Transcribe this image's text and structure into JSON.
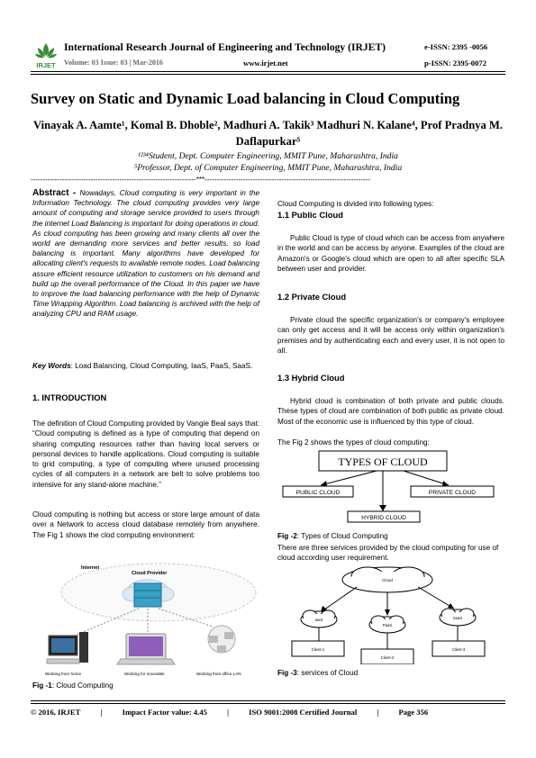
{
  "header": {
    "logo_text": "IRJET",
    "journal_name": "International Research Journal of Engineering and Technology (IRJET)",
    "eissn": "e-ISSN: 2395 -0056",
    "volume": "Volume: 03 Issue: 03 | Mar-2016",
    "website": "www.irjet.net",
    "pissn": "p-ISSN: 2395-0072"
  },
  "paper": {
    "title": "Survey on Static and Dynamic Load balancing in Cloud Computing",
    "authors_line1": "Vinayak A. Aamte¹, Komal B. Dhoble², Madhuri A. Takik³ Madhuri N. Kalane⁴, Prof Pradnya M.",
    "authors_line2": "Daflapurkar⁵",
    "affiliation1": "¹²³⁴Student, Dept. Computer Engineering, MMIT Pune, Maharashtra, India",
    "affiliation2": "⁵Professor, Dept. of Computer Engineering, MMIT Pune, Maharashtra, India",
    "separator": "---------------------------------------------------------------------***---------------------------------------------------------------------"
  },
  "abstract": {
    "label": "Abstract - ",
    "text": "Nowadays, Cloud computing is very important in the Information Technology. The cloud computing provides very large amount of computing and storage service provided to users through the internet Load Balancing is important for doing operations in cloud. As cloud computing has been growing and many clients all over the world are demanding more services and better results, so load balancing is important. Many algorithms have developed for allocating client's requests to available remote nodes. Load balancing assure efficient resource utilization to customers on his demand and build up the overall performance of the Cloud. In this paper we have to improve the load balancing performance with the help of Dynamic Time Wrapping Algorithm. Load balancing is archived with the help of analyzing CPU and RAM usage.",
    "keywords_label": "Key Words",
    "keywords_text": ": Load Balancing, Cloud Computing, IaaS, PaaS, SaaS."
  },
  "intro": {
    "heading": "1. INTRODUCTION",
    "para1": "The definition of Cloud Computing provided by Vangie Beal says that: “Cloud computing is defined as a type of computing that depend on sharing computing resources rather than having local servers or personal devices to handle applications. Cloud computing is suitable to grid computing, a type of computing where unused processing cycles of all computers in a network are belt to solve problems too intensive for any stand-alone machine.”",
    "para2": "Cloud computing is nothing but access or store large amount of data over a Network to access cloud database remotely from anywhere. The Fig 1 shows the clod computing environment:",
    "fig1_caption_label": "Fig -1",
    "fig1_caption_text": ": Cloud Computing",
    "fig1": {
      "internet": "Internet",
      "provider": "Cloud Provider",
      "home": "Working from home",
      "moveable": "Working for moveable",
      "office": "Working from office LAN"
    }
  },
  "right": {
    "intro_line": "Cloud Computing is divided into following types:",
    "s11_heading": "1.1 Public Cloud",
    "s11_text": "Public Cloud is type of cloud which can be access from anywhere in the world and can be access by anyone. Examples of the cloud are Amazon's or Google's cloud which are open to all after specific SLA between user and provider.",
    "s12_heading": "1.2 Private Cloud",
    "s12_text": "Private cloud the specific organization's or company's employee can only get access and it will be access only within organization's premises and by authenticating each and every user, it is not open to all.",
    "s13_heading": "1.3 Hybrid Cloud",
    "s13_text": "Hybrid cloud is combination of both private and public clouds. These types of cloud are combination of both public as private cloud. Most of the economic use is influenced by this type of cloud.",
    "fig2_intro": "The Fig 2 shows the types of cloud computing:",
    "fig2": {
      "title": "TYPES OF CLOUD",
      "public": "PUBLIC CLOUD",
      "private": "PRIVATE CLOUD",
      "hybrid": "HYBRID CLOUD"
    },
    "fig2_caption_label": "Fig -2",
    "fig2_caption_text": ": Types of Cloud Computing",
    "services_text": "There are three services provided by the cloud computing for use of cloud according user requirement.",
    "fig3": {
      "cloud": "Cloud",
      "iaas": "IaaS",
      "paas": "PaaS",
      "saas": "SaaS",
      "client1": "Client-1",
      "client2": "Client-2",
      "client3": "Client-3"
    },
    "fig3_caption_label": "Fig -3",
    "fig3_caption_text": ": services of Cloud"
  },
  "footer": {
    "copyright": "© 2016, IRJET",
    "impact": "Impact Factor value: 4.45",
    "iso": "ISO 9001:2008 Certified Journal",
    "page": "Page 356"
  },
  "colors": {
    "logo_green": "#3a8a3a",
    "rule": "#000000"
  }
}
